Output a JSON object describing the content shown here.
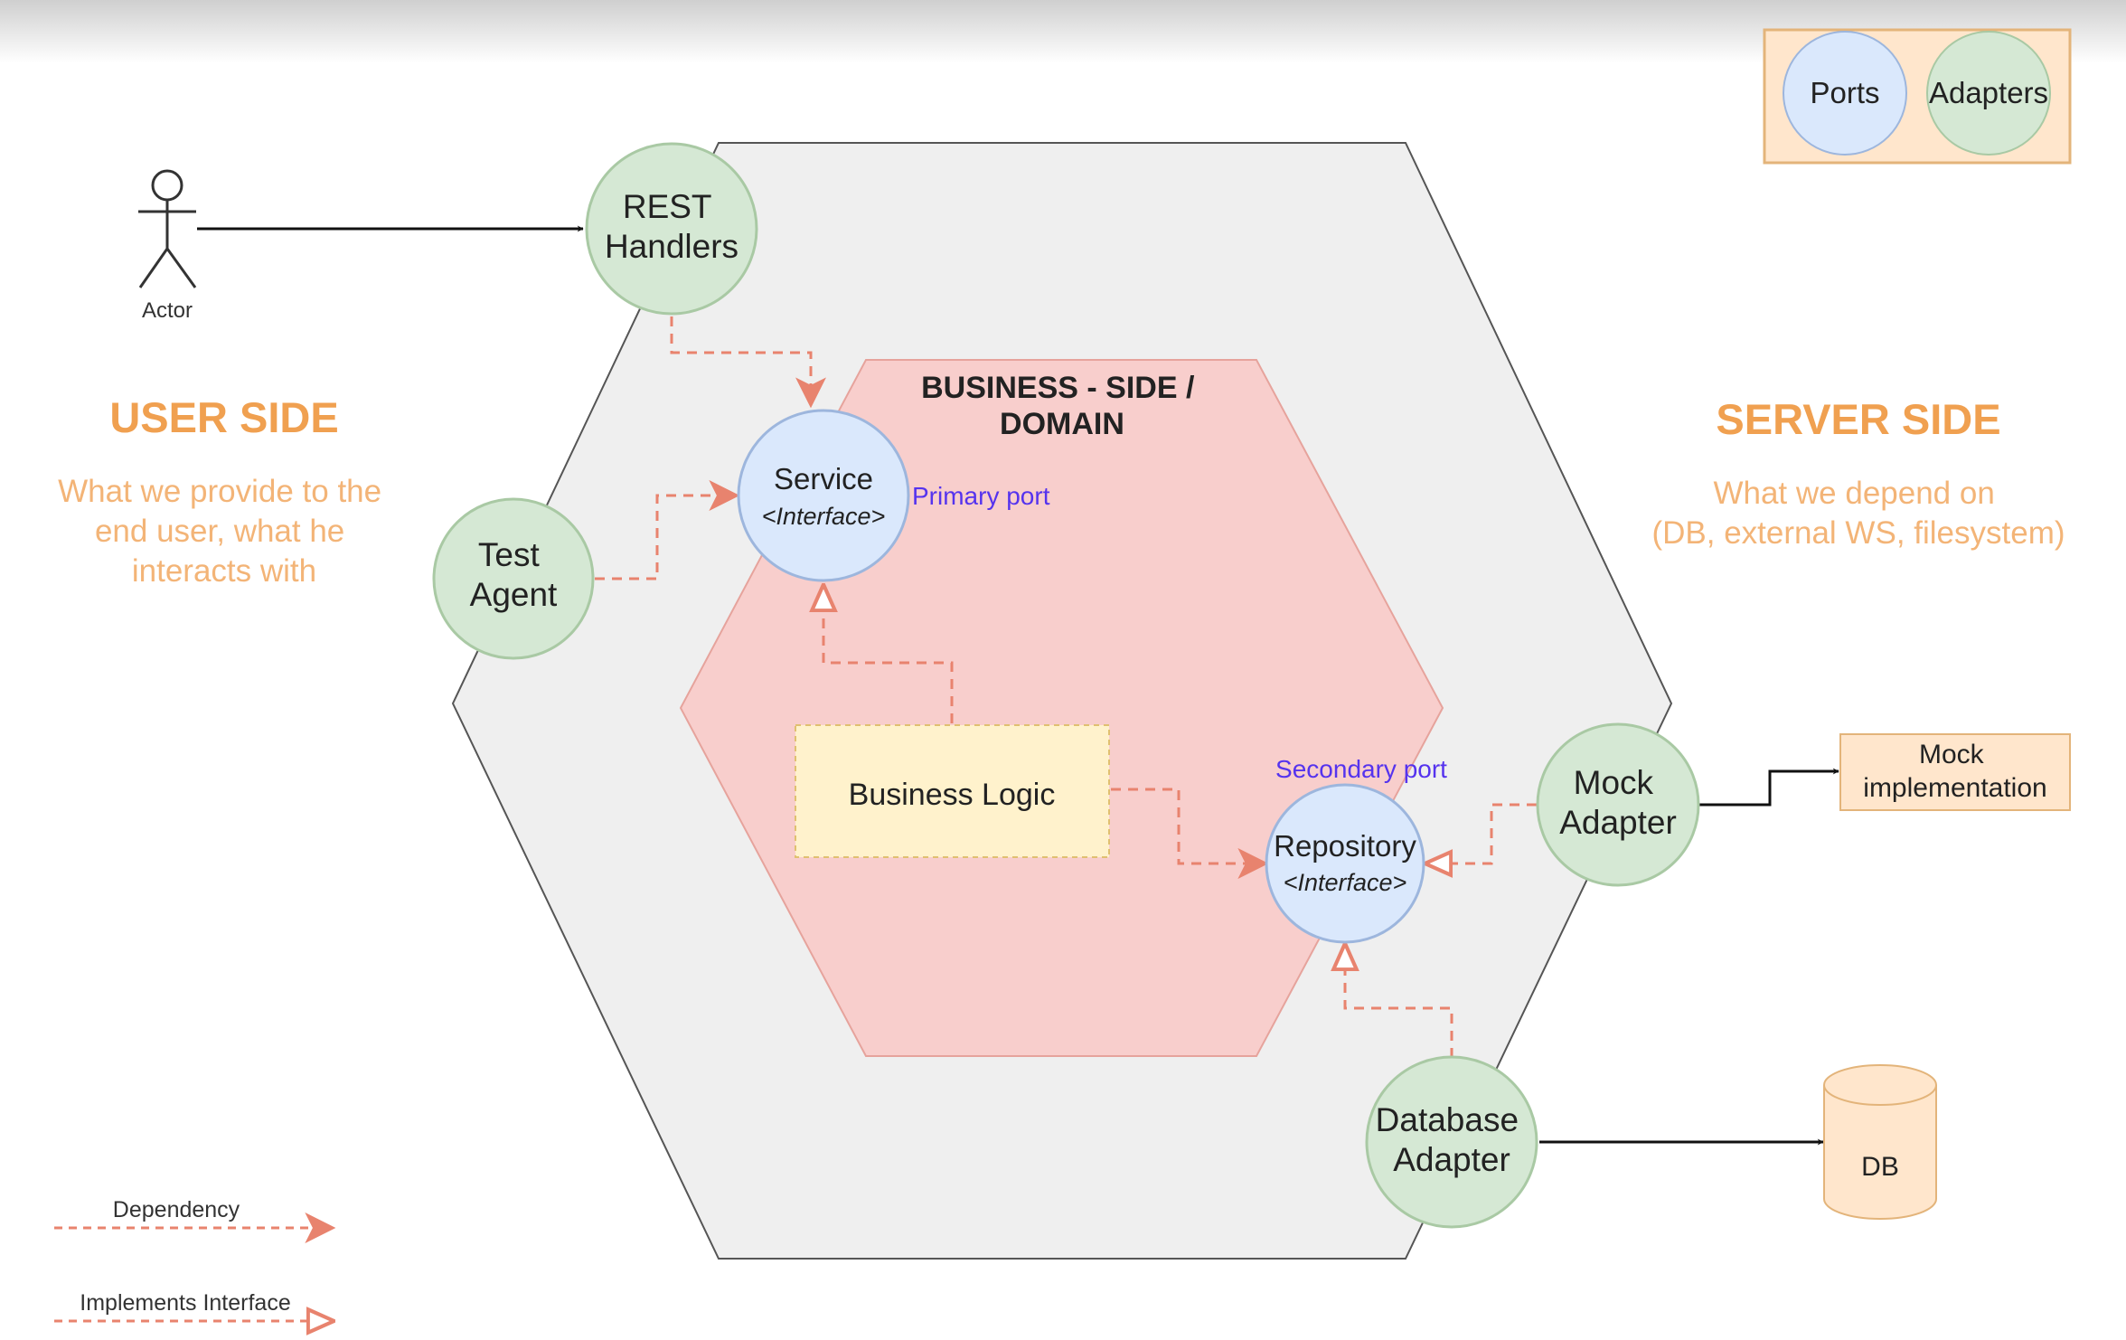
{
  "legend": {
    "ports": "Ports",
    "adapters": "Adapters",
    "dependency": "Dependency",
    "implements": "Implements Interface"
  },
  "actor": {
    "label": "Actor"
  },
  "user_side": {
    "title": "USER SIDE",
    "lines": [
      "What we provide to the",
      "end user, what he",
      "interacts with"
    ]
  },
  "server_side": {
    "title": "SERVER SIDE",
    "lines": [
      "What we depend on",
      "(DB, external WS, filesystem)"
    ]
  },
  "domain": {
    "lines": [
      "BUSINESS - SIDE /",
      "DOMAIN"
    ]
  },
  "adapters": {
    "rest": [
      "REST",
      "Handlers"
    ],
    "test": [
      "Test",
      "Agent"
    ],
    "mock": [
      "Mock",
      "Adapter"
    ],
    "database": [
      "Database",
      "Adapter"
    ]
  },
  "ports": {
    "service": {
      "name": "Service",
      "stereotype": "<Interface>",
      "tag": "Primary port"
    },
    "repository": {
      "name": "Repository",
      "stereotype": "<Interface>",
      "tag": "Secondary port"
    }
  },
  "business_logic": "Business Logic",
  "mock_impl": [
    "Mock",
    "implementation"
  ],
  "db": "DB",
  "colors": {
    "orange": "#f0a050",
    "adapter_fill": "#d5e8d4",
    "adapter_stroke": "#a9c9a4",
    "port_fill": "#dae8fc",
    "port_stroke": "#9db6dd",
    "domain_fill": "#f8cecc",
    "dashed": "#e8836e",
    "purple": "#5533ee"
  }
}
